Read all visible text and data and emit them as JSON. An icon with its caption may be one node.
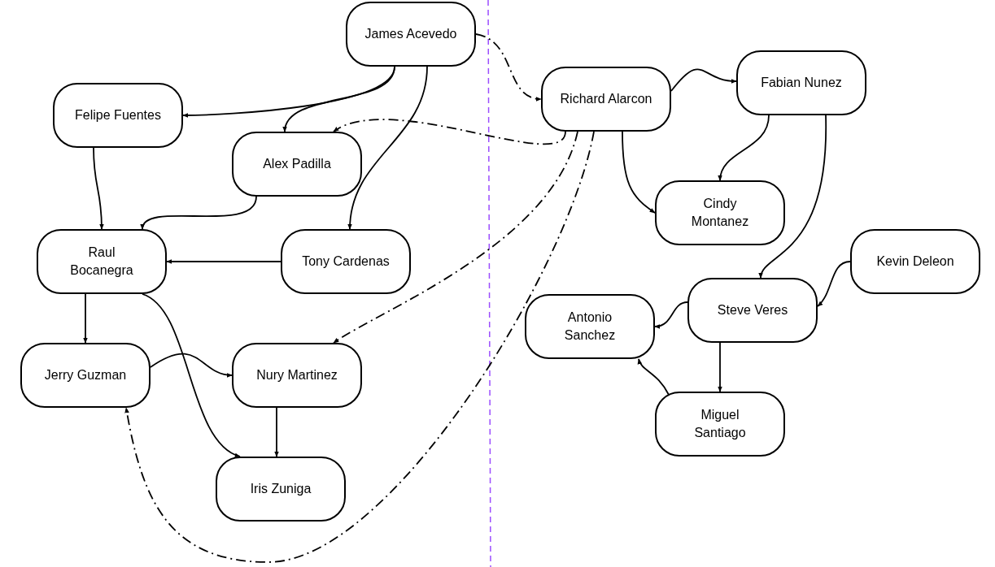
{
  "diagram": {
    "nodes": [
      {
        "text": [
          "James Acevedo"
        ]
      },
      {
        "text": [
          "Felipe Fuentes"
        ]
      },
      {
        "text": [
          "Alex Padilla"
        ]
      },
      {
        "text": [
          "Raul Bocanegra"
        ]
      },
      {
        "text": [
          "Tony Cardenas"
        ]
      },
      {
        "text": [
          "Jerry Guzman"
        ]
      },
      {
        "text": [
          "Nury Martinez"
        ]
      },
      {
        "text": [
          "Iris Zuniga"
        ]
      },
      {
        "text": [
          "Richard Alarcon"
        ]
      },
      {
        "text": [
          "Fabian Nunez"
        ]
      },
      {
        "text": [
          "Cindy Montanez"
        ]
      },
      {
        "text": [
          "Kevin Deleon"
        ]
      },
      {
        "text": [
          "Steve Veres"
        ]
      },
      {
        "text": [
          "Antonio Sanchez"
        ]
      },
      {
        "text": [
          "Miguel Santiago"
        ]
      }
    ],
    "edges": [
      {
        "from": 0,
        "to": 1,
        "arrow": "to"
      },
      {
        "from": 0,
        "to": 2,
        "arrow": "to"
      },
      {
        "from": 0,
        "to": 4,
        "arrow": "to"
      },
      {
        "from": 0,
        "to": 8,
        "arrow": "to",
        "style": "dashed"
      },
      {
        "from": 8,
        "to": 2,
        "arrow": "to",
        "style": "dashed"
      },
      {
        "from": 8,
        "to": 6,
        "arrow": "to",
        "style": "dashed"
      },
      {
        "from": 8,
        "to": 5,
        "arrow": "to",
        "style": "dashed"
      },
      {
        "from": 8,
        "to": 9,
        "arrow": "to"
      },
      {
        "from": 8,
        "to": 10,
        "arrow": "to"
      },
      {
        "from": 9,
        "to": 10,
        "arrow": "to"
      },
      {
        "from": 9,
        "to": 12,
        "arrow": "to"
      },
      {
        "from": 11,
        "to": 12,
        "arrow": "to"
      },
      {
        "from": 12,
        "to": 13,
        "arrow": "to"
      },
      {
        "from": 12,
        "to": 14,
        "arrow": "to"
      },
      {
        "from": 14,
        "to": 13,
        "arrow": "to"
      },
      {
        "from": 1,
        "to": 3,
        "arrow": "to"
      },
      {
        "from": 2,
        "to": 3,
        "arrow": "to"
      },
      {
        "from": 4,
        "to": 3,
        "arrow": "to"
      },
      {
        "from": 3,
        "to": 5,
        "arrow": "to"
      },
      {
        "from": 3,
        "to": 7,
        "arrow": "to"
      },
      {
        "from": 5,
        "to": 6,
        "arrow": "to"
      },
      {
        "from": 6,
        "to": 7,
        "arrow": "to"
      }
    ]
  }
}
